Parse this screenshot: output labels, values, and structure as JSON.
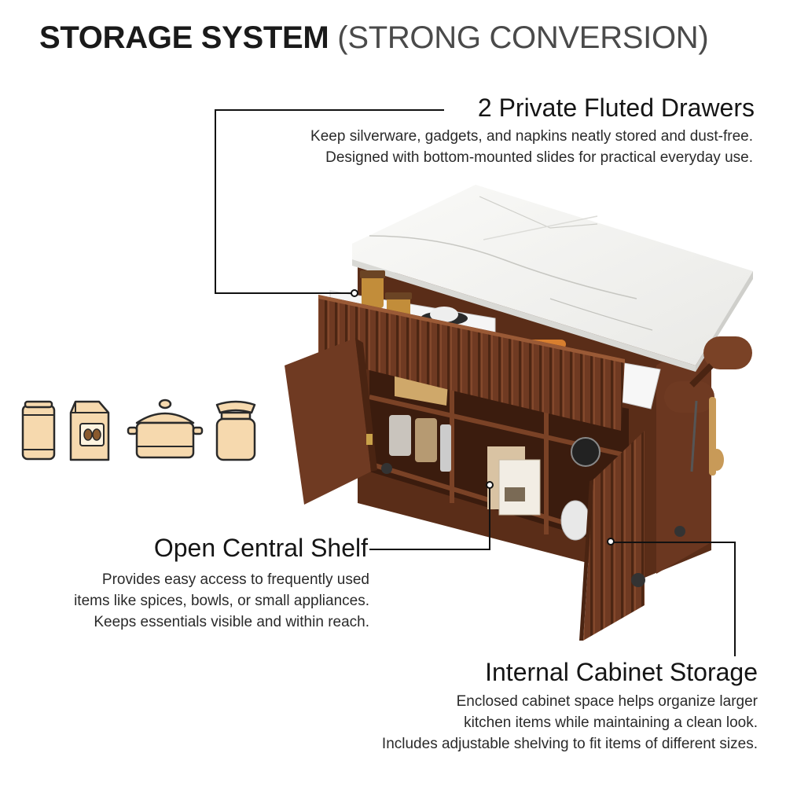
{
  "title": {
    "main": "STORAGE SYSTEM",
    "sub": "(STRONG CONVERSION)"
  },
  "features": [
    {
      "heading": "2 Private Fluted Drawers",
      "lines": [
        "Keep silverware, gadgets, and napkins neatly stored and dust-free.",
        "Designed with bottom-mounted slides for practical everyday use."
      ]
    },
    {
      "heading": "Open Central Shelf",
      "lines": [
        "Provides easy access to frequently used",
        "items like spices, bowls, or small appliances.",
        "Keeps essentials visible and within reach."
      ]
    },
    {
      "heading": "Internal Cabinet Storage",
      "lines": [
        "Enclosed cabinet space helps organize larger",
        "kitchen items while maintaining a clean look.",
        "Includes adjustable shelving to fit items of different sizes."
      ]
    }
  ],
  "icons": [
    "can-icon",
    "coffee-bag-icon",
    "cooking-pot-icon",
    "jar-icon"
  ],
  "colors": {
    "wood": "#6e3a22",
    "wood_dark": "#4a2412",
    "marble": "#f3f3f1",
    "icon_fill": "#f6d9ae",
    "icon_stroke": "#2a2a2a"
  }
}
